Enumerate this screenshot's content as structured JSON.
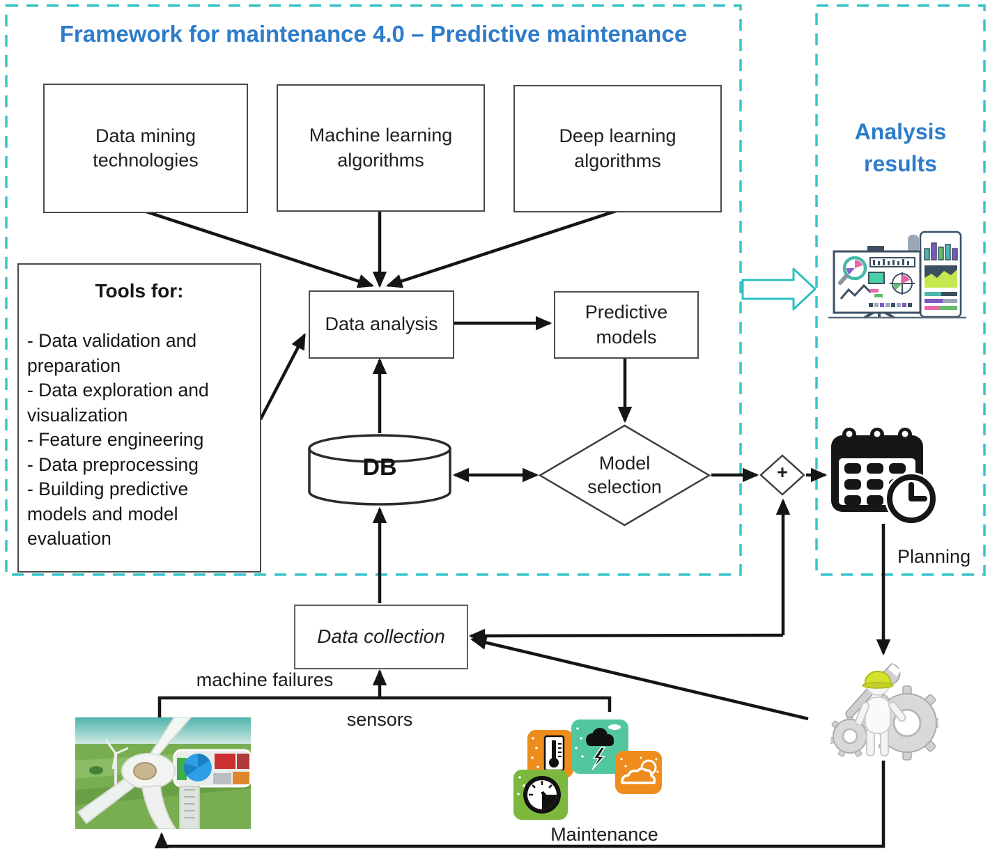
{
  "frame": {
    "title": "Framework for maintenance 4.0 – Predictive maintenance"
  },
  "results_panel": {
    "title": "Analysis results"
  },
  "nodes": {
    "data_mining": {
      "label": "Data mining technologies"
    },
    "machine_learning": {
      "label": "Machine learning algorithms"
    },
    "deep_learning": {
      "label": "Deep learning algorithms"
    },
    "data_analysis": {
      "label": "Data analysis"
    },
    "predictive_models": {
      "label": "Predictive models"
    },
    "db": {
      "label": "DB"
    },
    "model_selection": {
      "label": "Model selection"
    },
    "plus_junction": {
      "label": "+"
    },
    "data_collection": {
      "label": "Data collection"
    }
  },
  "tools_box": {
    "heading": "Tools for:",
    "items": [
      "- Data validation and preparation",
      "- Data exploration and visualization",
      "- Feature engineering",
      "- Data preprocessing",
      "- Building predictive models and model evaluation"
    ]
  },
  "labels": {
    "planning": "Planning",
    "machine_failures": "machine failures",
    "sensors": "sensors",
    "maintenance": "Maintenance"
  },
  "icons": {
    "results": "analysis-dashboard",
    "schedule": "calendar-clock",
    "machine": "wind-turbine-photo",
    "sensor_tiles": [
      "thermometer",
      "storm-cloud",
      "cloud-sun",
      "gauge"
    ],
    "worker": "maintenance-worker"
  },
  "colors": {
    "frame_dashed": "#38c5c8",
    "heading_blue": "#2e7cc9",
    "connector": "#151515",
    "tile_orange": "#ee8c1e",
    "tile_teal": "#52c79f",
    "tile_green": "#7cb83e"
  }
}
